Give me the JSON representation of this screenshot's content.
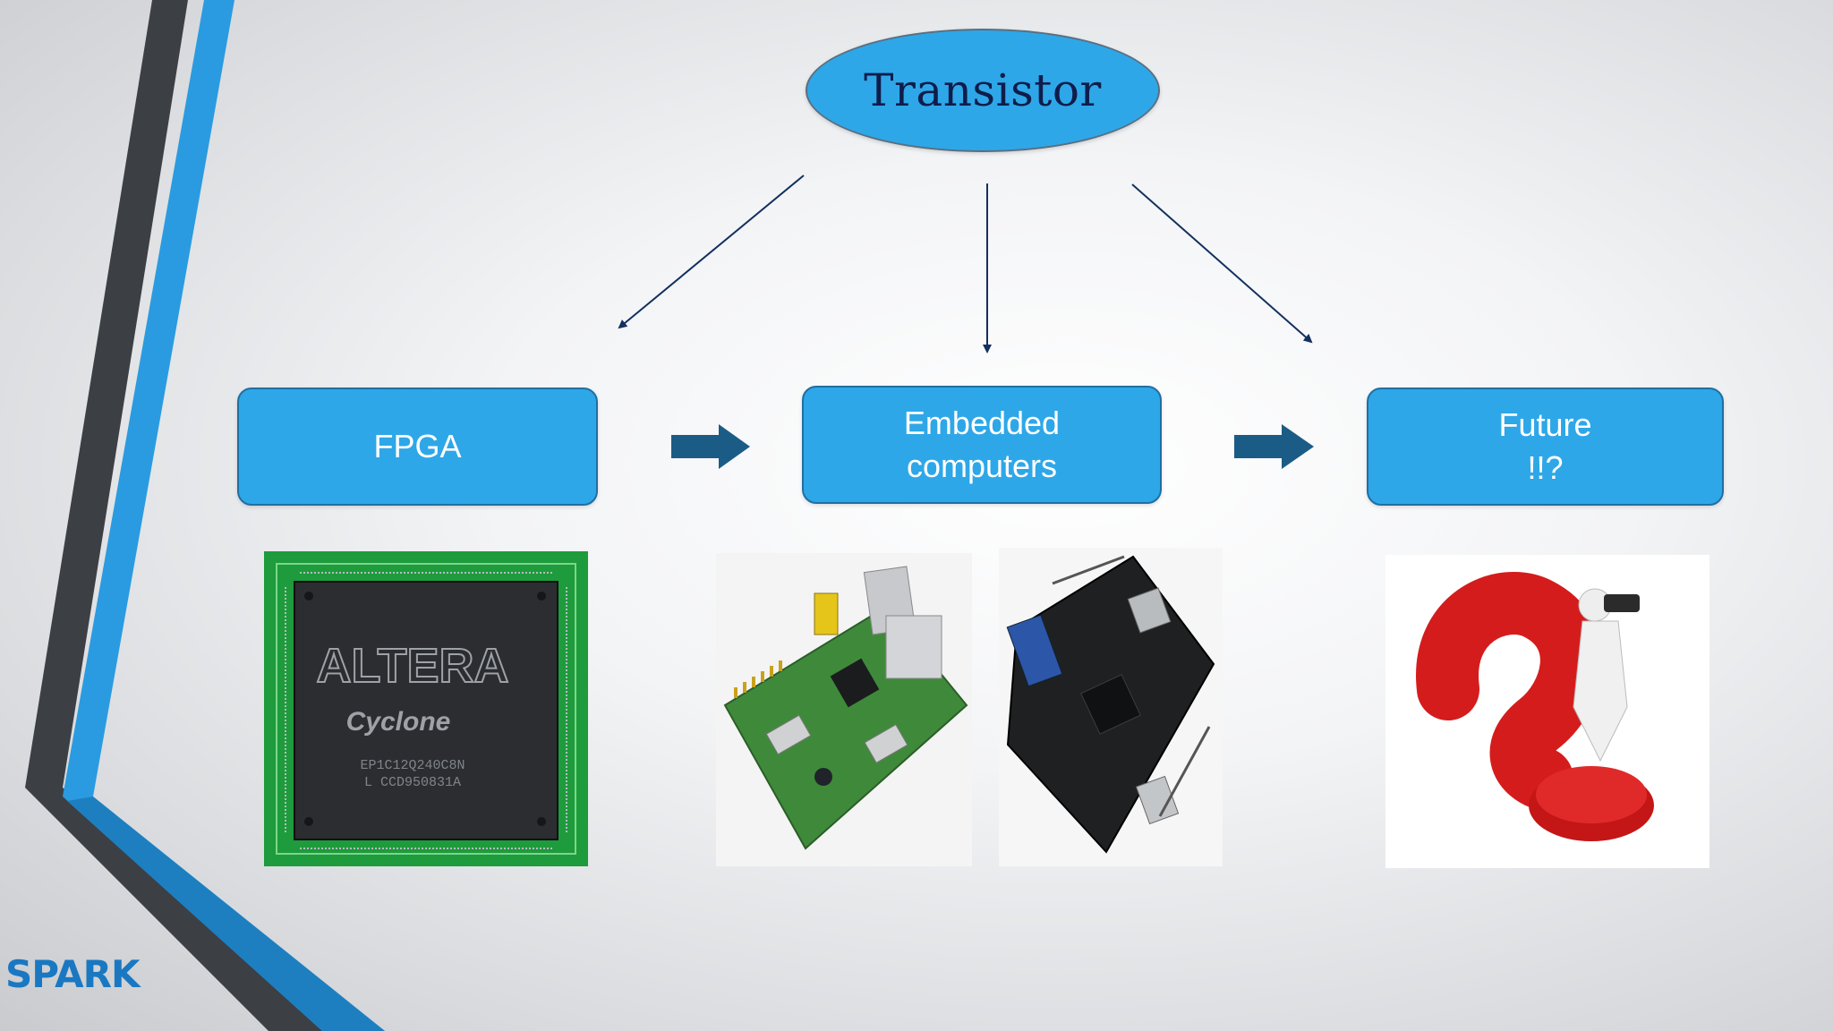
{
  "diagram": {
    "root": {
      "label": "Transistor"
    },
    "nodes": [
      {
        "id": "fpga",
        "lines": [
          "FPGA"
        ]
      },
      {
        "id": "embedded",
        "lines": [
          "Embedded",
          "computers"
        ]
      },
      {
        "id": "future",
        "lines": [
          "Future",
          "!!?"
        ]
      }
    ],
    "images": {
      "altera_brand": "ALTERA",
      "cyclone_label": "Cyclone",
      "chip_part_no": "EP1C12Q240C8N",
      "chip_lot_no": "L CCD950831A"
    }
  },
  "branding": {
    "logo_text": "SPARK"
  },
  "colors": {
    "node_fill": "#2ea7e8",
    "node_border": "#1f6fa3",
    "node_text": "#ffffff",
    "root_text": "#0f1d4a",
    "connector": "#13305e",
    "flow_arrow": "#1b5c86",
    "accent_blue": "#2196d9",
    "accent_dark": "#3a3d42"
  },
  "icons": {
    "flow_arrow": "right-block-arrow-icon",
    "connector": "thin-arrow-icon"
  }
}
